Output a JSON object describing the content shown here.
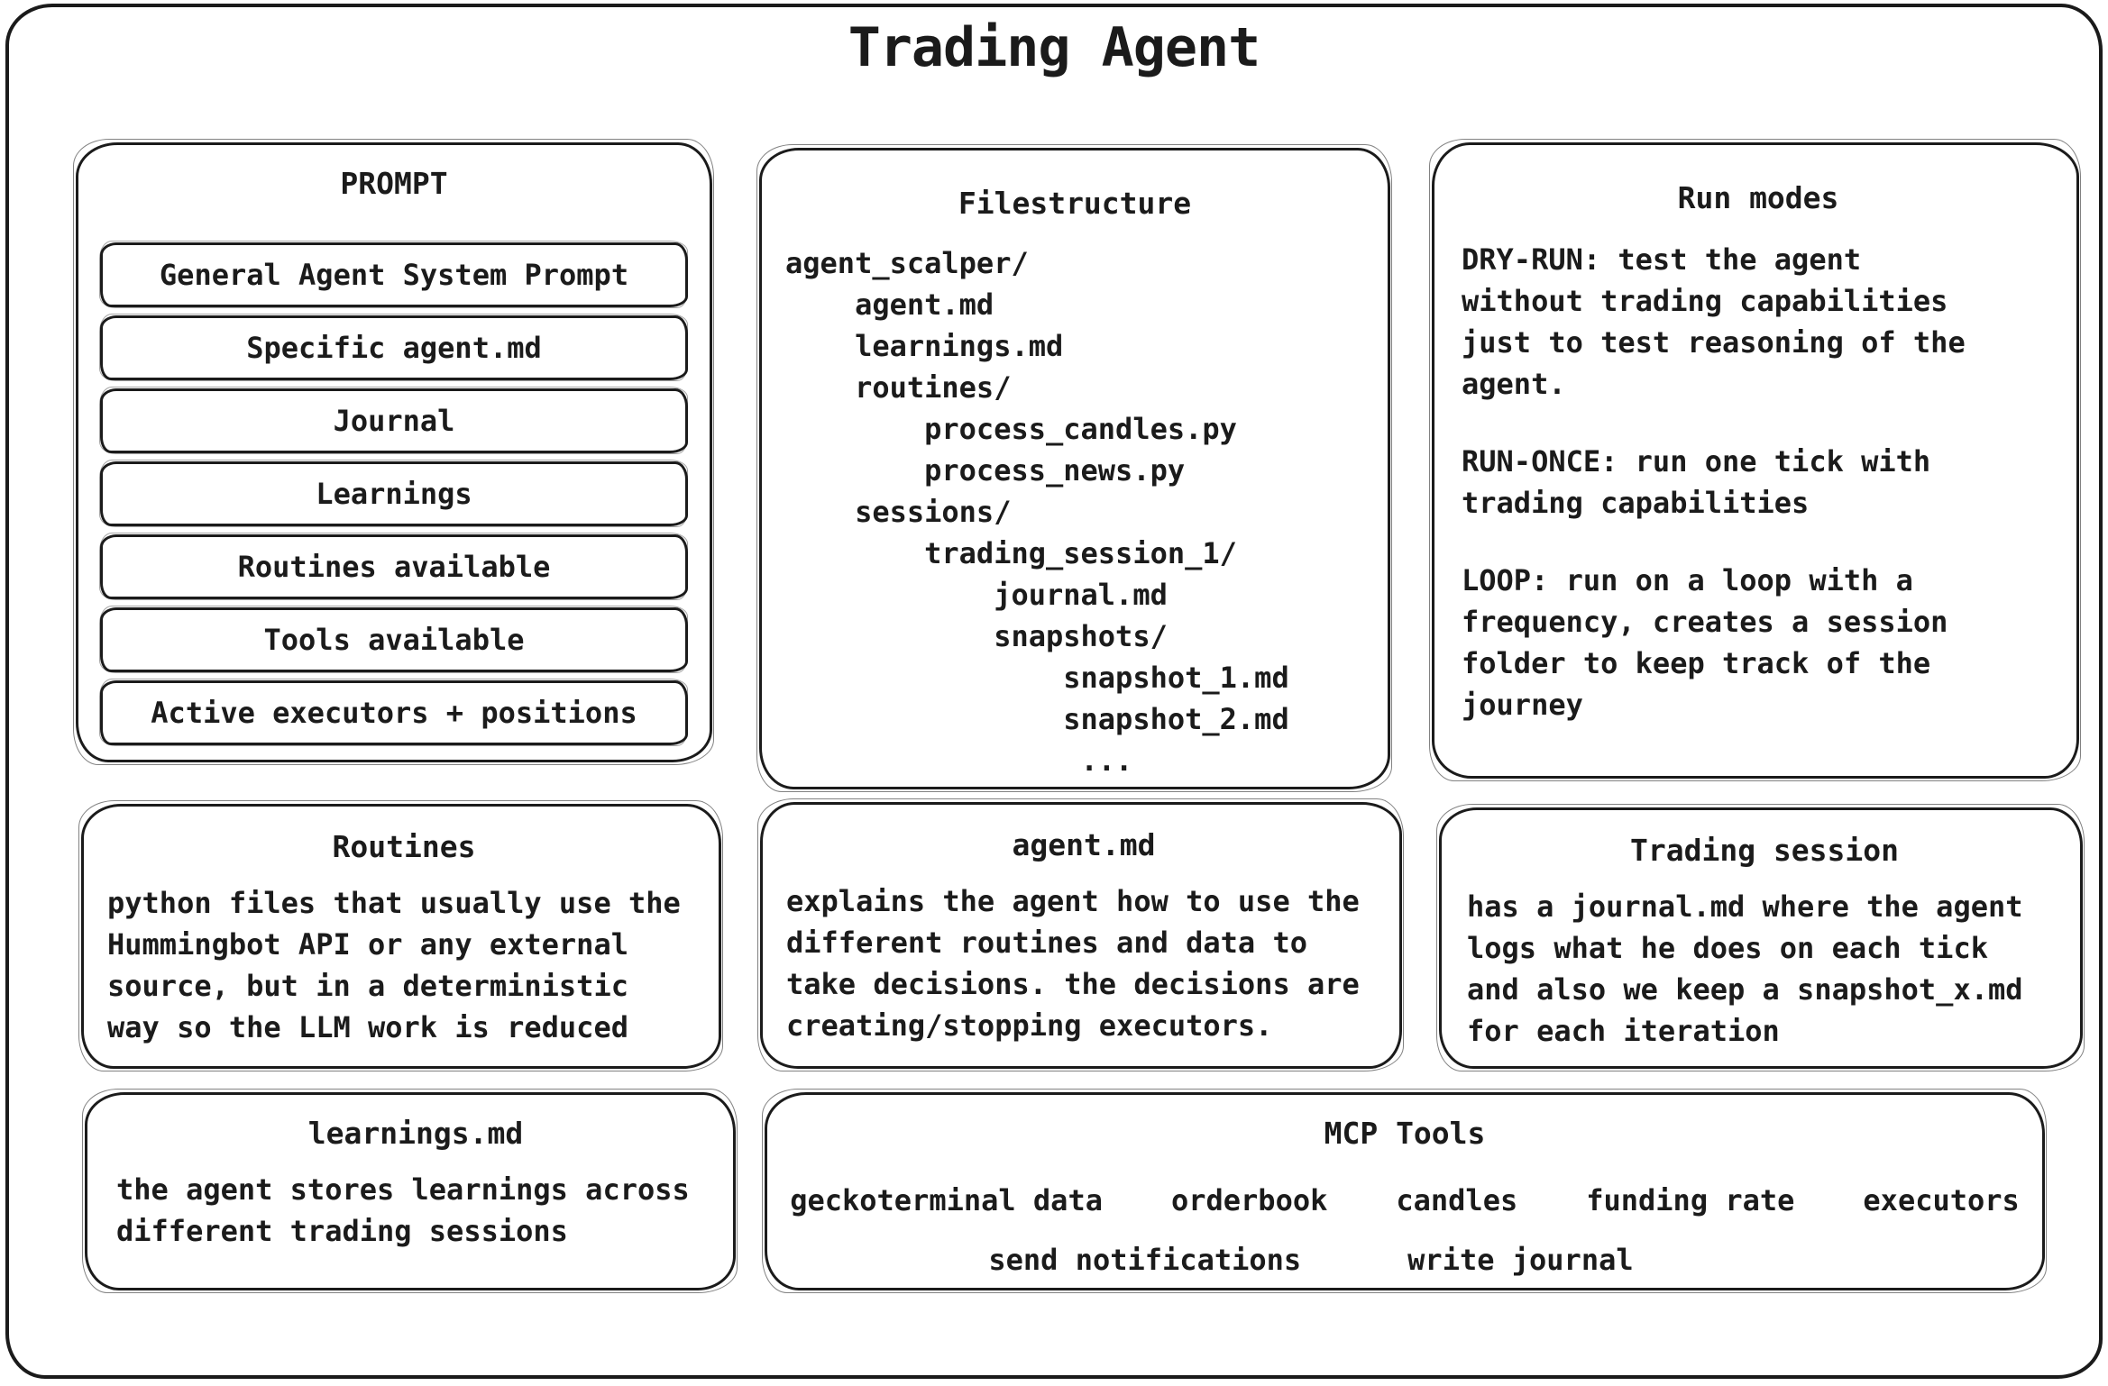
{
  "title": "Trading Agent",
  "colors": {
    "ink": "#1b1b1b",
    "background": "#ffffff"
  },
  "prompt": {
    "title": "PROMPT",
    "items": [
      "General Agent System Prompt",
      "Specific agent.md",
      "Journal",
      "Learnings",
      "Routines available",
      "Tools available",
      "Active executors + positions"
    ]
  },
  "filestructure": {
    "title": "Filestructure",
    "lines": [
      "agent_scalper/",
      "    agent.md",
      "    learnings.md",
      "    routines/",
      "        process_candles.py",
      "        process_news.py",
      "    sessions/",
      "        trading_session_1/",
      "            journal.md",
      "            snapshots/",
      "                snapshot_1.md",
      "                snapshot_2.md",
      "                 ..."
    ]
  },
  "run_modes": {
    "title": "Run modes",
    "paragraphs": [
      "DRY-RUN: test the agent\nwithout trading capabilities\njust to test reasoning of the\nagent.",
      "RUN-ONCE: run one tick with\ntrading capabilities",
      "LOOP: run on a loop with a\nfrequency, creates a session\nfolder to keep track of the\njourney"
    ]
  },
  "routines": {
    "title": "Routines",
    "body": "python files that usually use the\nHummingbot API or any external\nsource, but in a deterministic\nway so the LLM work is reduced"
  },
  "agent_md": {
    "title": "agent.md",
    "body": "explains the agent how to use the\ndifferent routines and data to\ntake decisions. the decisions are\ncreating/stopping executors."
  },
  "trading_session": {
    "title": "Trading session",
    "body": "has a journal.md where the agent\nlogs what he does on each tick\nand also we keep a snapshot_x.md\nfor each iteration"
  },
  "learnings_md": {
    "title": "learnings.md",
    "body": "the agent stores learnings across\ndifferent trading sessions"
  },
  "mcp_tools": {
    "title": "MCP Tools",
    "row1": [
      "geckoterminal data",
      "orderbook",
      "candles",
      "funding rate",
      "executors"
    ],
    "row2": [
      "send notifications",
      "write journal"
    ]
  }
}
